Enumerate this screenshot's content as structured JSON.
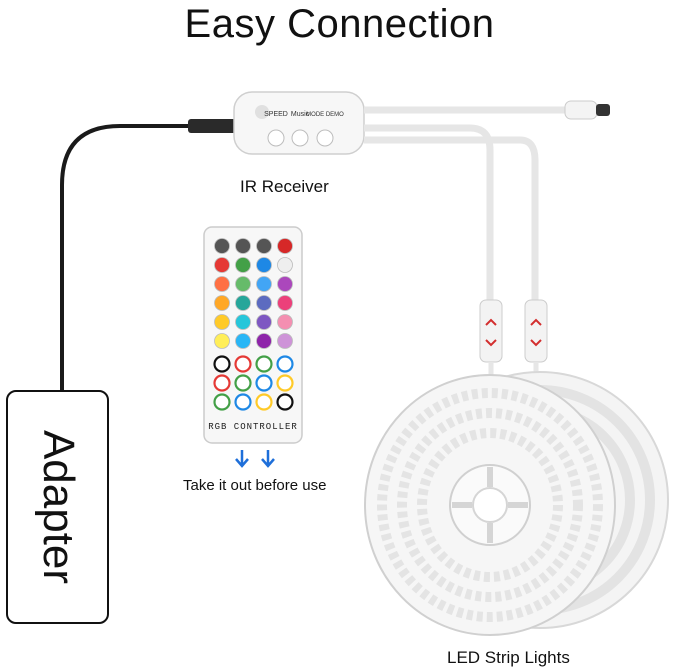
{
  "title": "Easy Connection",
  "labels": {
    "ir_receiver": "IR Receiver",
    "adapter": "Adapter",
    "take_out": "Take it out before use",
    "strip_lights": "LED Strip Lights"
  },
  "receiver_buttons": [
    "SPEED",
    "Music",
    "MODE DEMO"
  ],
  "remote": {
    "footer": "RGB CONTROLLER",
    "grid_colors": [
      [
        "#555555",
        "#555555",
        "#555555",
        "#d62828"
      ],
      [
        "#e53935",
        "#43a047",
        "#1e88e5",
        "#eeeeee"
      ],
      [
        "#ff7043",
        "#66bb6a",
        "#42a5f5",
        "#ab47bc"
      ],
      [
        "#ffa726",
        "#26a69a",
        "#5c6bc0",
        "#ec407a"
      ],
      [
        "#ffca28",
        "#26c6da",
        "#7e57c2",
        "#f48fb1"
      ],
      [
        "#ffee58",
        "#29b6f6",
        "#8e24aa",
        "#ce93d8"
      ]
    ],
    "accent_colors": [
      "#111111",
      "#e53935",
      "#43a047",
      "#1e88e5",
      "#ffca28"
    ]
  },
  "colors": {
    "cable": "#1a1a1a",
    "white_cable": "#e6e6e6",
    "spool": "#f2f2f2",
    "connector_red": "#d32f2f",
    "arrow_blue": "#1e6fd9"
  }
}
